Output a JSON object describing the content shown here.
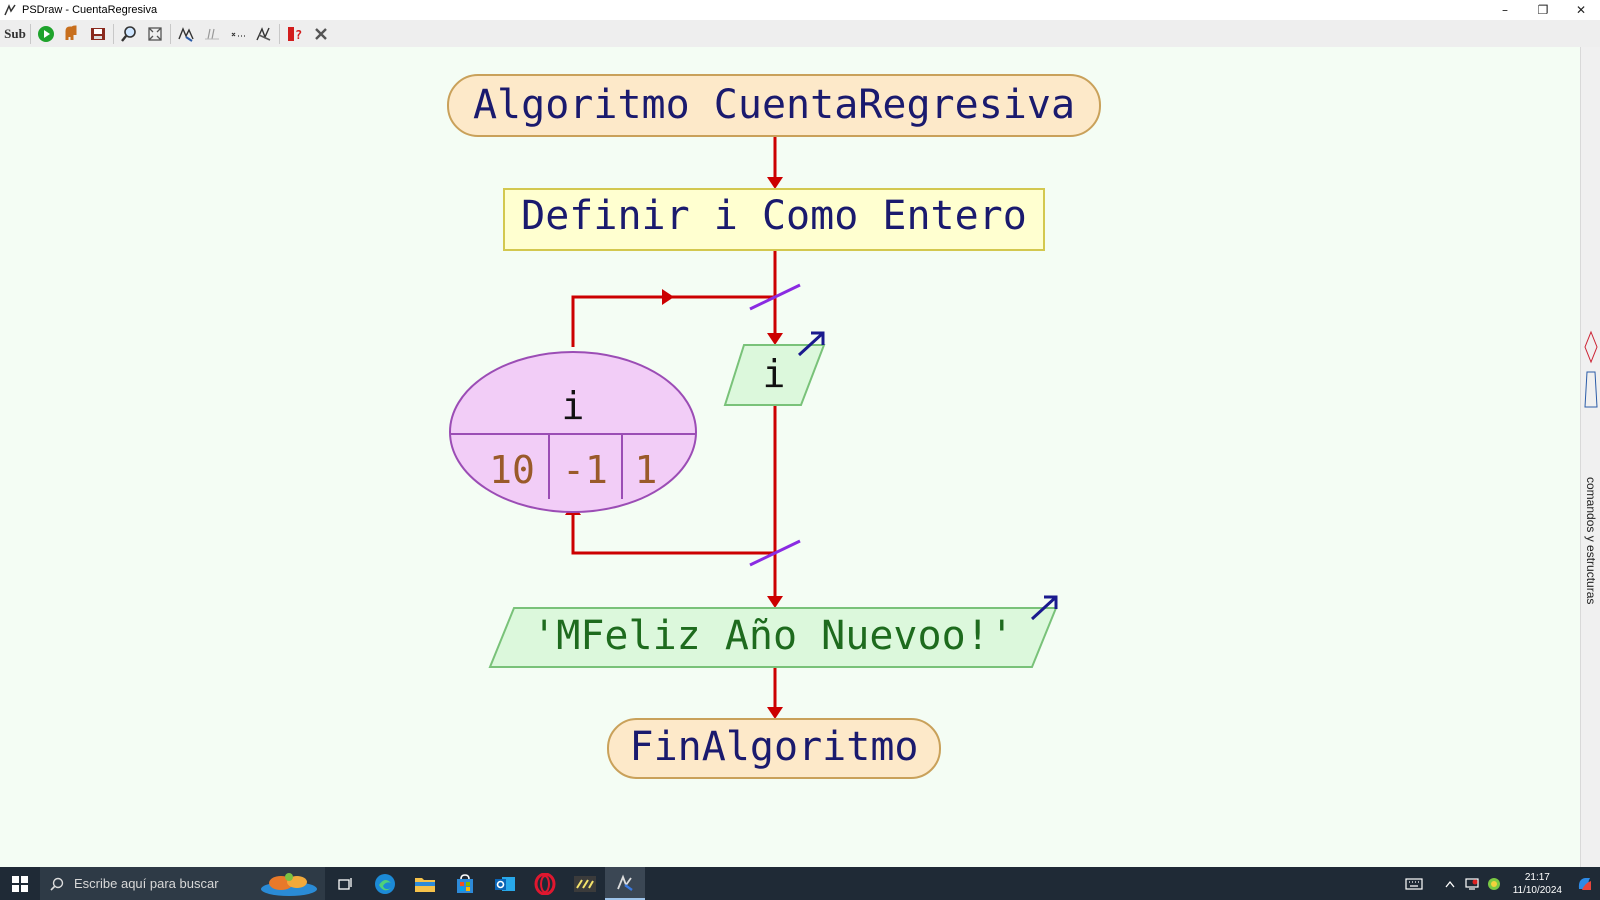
{
  "window": {
    "title": "PSDraw - CuentaRegresiva"
  },
  "window_controls": {
    "minimize": "–",
    "restore": "❐",
    "close": "✕"
  },
  "toolbar": {
    "sub_label": "Sub",
    "items": [
      "run-icon",
      "step-icon",
      "save-icon",
      "zoom-icon",
      "fit-icon",
      "edit-icon",
      "comment-icon",
      "var-icon",
      "draw-icon",
      "help-icon",
      "close-icon"
    ]
  },
  "flowchart": {
    "start": "Algoritmo CuentaRegresiva",
    "define": "Definir i Como Entero",
    "loop": {
      "variable": "i",
      "start": "10",
      "step": "-1",
      "end": "1"
    },
    "output1": "i",
    "output2": "'MFeliz Año Nuevoo!'",
    "end": "FinAlgoritmo"
  },
  "sidebar": {
    "label": "comandos y estructuras"
  },
  "taskbar": {
    "search_placeholder": "Escribe aquí para buscar",
    "apps": [
      "task-view-icon",
      "edge-icon",
      "file-explorer-icon",
      "store-icon",
      "outlook-icon",
      "opera-icon",
      "pseint-icon",
      "psdraw-icon"
    ],
    "time": "21:17",
    "date": "11/10/2024"
  },
  "colors": {
    "arrow": "#cc0000",
    "terminal_fill": "#fde9c9",
    "terminal_stroke": "#c9a15a",
    "define_fill": "#ffffd0",
    "io_fill": "#dcf8dc",
    "loop_fill": "#f2cdf7",
    "loop_stroke": "#9b4db5",
    "text_blue": "#1a1a6e",
    "text_green": "#1e6b1e",
    "text_brown": "#9a5a2a"
  }
}
